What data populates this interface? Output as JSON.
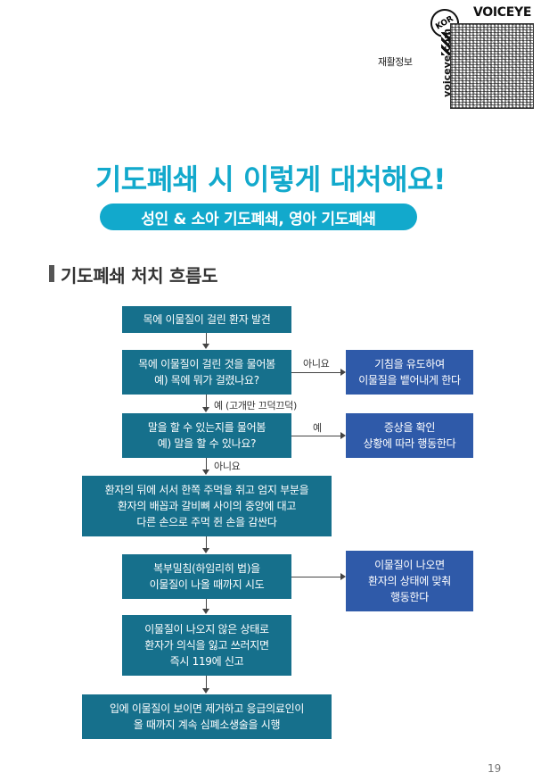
{
  "header": {
    "category": "재활정보",
    "brand": "VOICEYE",
    "brand_side": "voiceye.com",
    "brand_badge": "KOR"
  },
  "title": "기도폐쇄 시 이렇게 대처해요!",
  "subtitle": "성인 & 소아 기도폐쇄, 영아 기도폐쇄",
  "section_title": "기도폐쇄 처치 흐름도",
  "flow": {
    "steps": [
      {
        "lines": [
          "목에 이물질이 걸린 환자 발견"
        ]
      },
      {
        "lines": [
          "목에 이물질이 걸린 것을 물어봄",
          "예) 목에 뭐가 걸렸나요?"
        ]
      },
      {
        "lines": [
          "말을 할 수 있는지를 물어봄",
          "예) 말을 할 수 있나요?"
        ]
      },
      {
        "lines": [
          "환자의 뒤에 서서 한쪽 주먹을 쥐고 엄지 부분을",
          "환자의 배꼽과 갈비뼈 사이의 중앙에 대고",
          "다른 손으로 주먹 쥔 손을 감싼다"
        ]
      },
      {
        "lines": [
          "복부밀침(하임리히 법)을",
          "이물질이 나올 때까지 시도"
        ]
      },
      {
        "lines": [
          "이물질이 나오지 않은 상태로",
          "환자가 의식을 잃고 쓰러지면",
          "즉시 119에 신고"
        ]
      },
      {
        "lines": [
          "입에 이물질이 보이면 제거하고 응급의료인이",
          "올 때까지 계속 심폐소생술을 시행"
        ]
      }
    ],
    "outcomes": [
      {
        "lines": [
          "기침을 유도하여",
          "이물질을 뱉어내게 한다"
        ]
      },
      {
        "lines": [
          "증상을 확인",
          "상황에 따라 행동한다"
        ]
      },
      {
        "lines": [
          "이물질이 나오면",
          "환자의 상태에 맞춰",
          "행동한다"
        ]
      }
    ],
    "labels": {
      "no_1": "아니요",
      "yes_1": "예 (고개만 끄덕끄덕)",
      "yes_2": "예",
      "no_2": "아니요"
    }
  },
  "page_number": "19",
  "colors": {
    "title": "#12a9cc",
    "step_box": "#16708c",
    "outcome_box": "#2f5aa9"
  }
}
